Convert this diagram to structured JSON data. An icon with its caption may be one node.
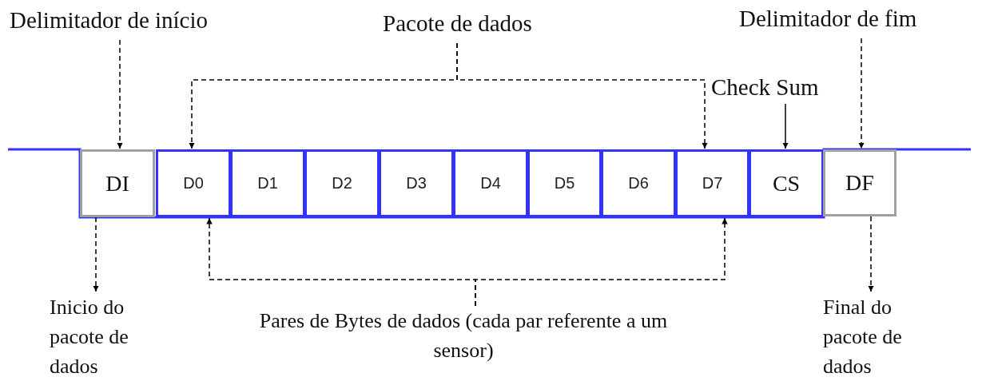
{
  "diagram": {
    "nodes": [
      {
        "text": [
          "Delimitador de início"
        ]
      },
      {
        "text": [
          "Pacote de dados"
        ]
      },
      {
        "text": [
          "Delimitador de fim"
        ]
      },
      {
        "text": [
          "Check Sum"
        ]
      },
      {
        "text": [
          "DI"
        ]
      },
      {
        "text": [
          "D0"
        ]
      },
      {
        "text": [
          "D1"
        ]
      },
      {
        "text": [
          "D2"
        ]
      },
      {
        "text": [
          "D3"
        ]
      },
      {
        "text": [
          "D4"
        ]
      },
      {
        "text": [
          "D5"
        ]
      },
      {
        "text": [
          "D6"
        ]
      },
      {
        "text": [
          "D7"
        ]
      },
      {
        "text": [
          "CS"
        ]
      },
      {
        "text": [
          "DF"
        ]
      },
      {
        "text": [
          "Inicio do pacote de dados"
        ]
      },
      {
        "text": [
          "Pares de Bytes de dados (cada par referente a um sensor)"
        ]
      },
      {
        "text": [
          "Final do pacote de dados"
        ]
      }
    ],
    "edges": [
      {
        "from": 0,
        "to": 4,
        "arrow": "to",
        "style": "dashed"
      },
      {
        "from": 1,
        "to": 5,
        "arrow": "to",
        "style": "dashed"
      },
      {
        "from": 1,
        "to": 12,
        "arrow": "to",
        "style": "dashed"
      },
      {
        "from": 3,
        "to": 13,
        "arrow": "to"
      },
      {
        "from": 2,
        "to": 14,
        "arrow": "to",
        "style": "dashed"
      },
      {
        "from": 4,
        "to": 15,
        "arrow": "to",
        "style": "dashed"
      },
      {
        "from": 16,
        "to": 5,
        "arrow": "to",
        "style": "dashed"
      },
      {
        "from": 16,
        "to": 12,
        "arrow": "to",
        "style": "dashed"
      },
      {
        "from": 14,
        "to": 17,
        "arrow": "to",
        "style": "dashed"
      }
    ]
  }
}
